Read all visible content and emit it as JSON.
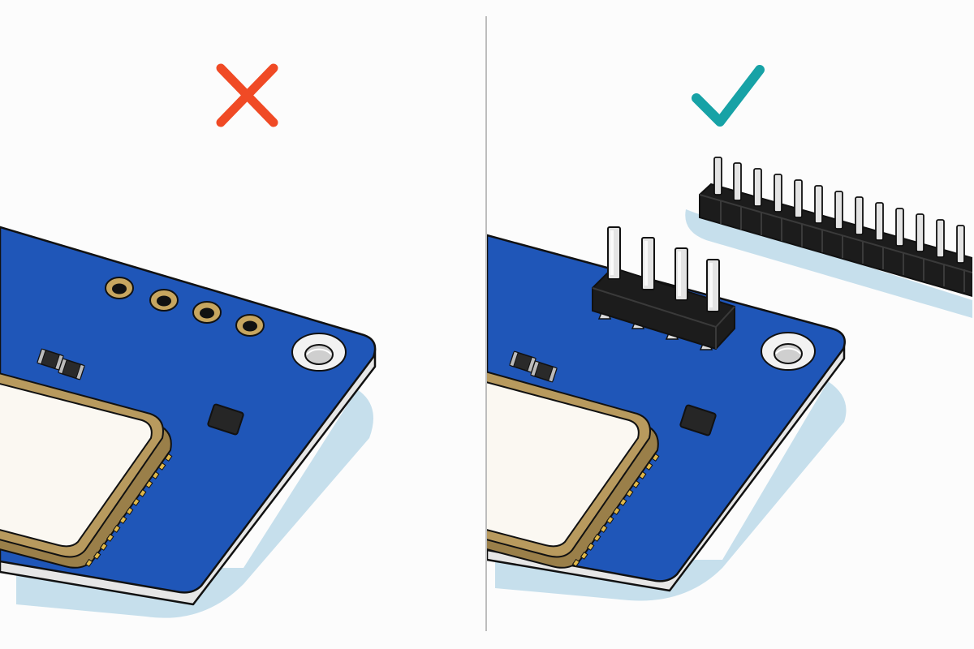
{
  "colors": {
    "background": "#fcfcfc",
    "board": "#1f56b8",
    "board_edge": "#111111",
    "board_side": "#e6e6e6",
    "shadow": "#c6dfec",
    "module_gold": "#b89a5e",
    "module_face": "#fbf8f2",
    "pad_gold": "#c7a660",
    "header_body": "#1c1c1c",
    "pin_silver": "#d9d9d9",
    "wrong_mark": "#f04a25",
    "right_mark": "#17a2a6",
    "divider": "#bdbdbd"
  },
  "panels": [
    {
      "id": "incorrect",
      "verdict_icon": "red-cross-icon",
      "mounting_holes_visible": 4,
      "header_pins_soldered": 0,
      "loose_header_strip": false
    },
    {
      "id": "correct",
      "verdict_icon": "teal-checkmark-icon",
      "mounting_holes_visible": 0,
      "header_pins_soldered": 4,
      "loose_header_strip": true,
      "loose_header_pin_count": 13
    }
  ]
}
